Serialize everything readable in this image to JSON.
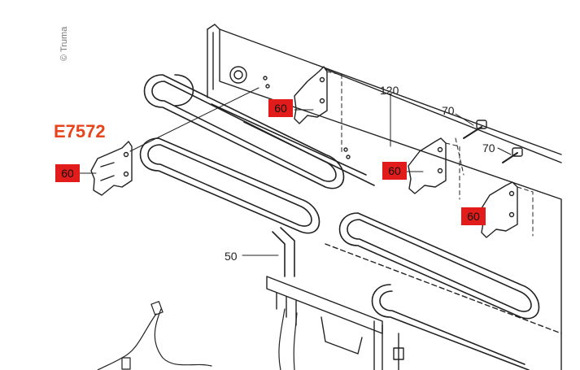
{
  "copyright": "© Truma",
  "part_code": "E7572",
  "colors": {
    "accent": "#e8441c",
    "badge_fill": "#e21b1b",
    "line": "#222222"
  },
  "callouts": {
    "bracket_label": "60",
    "heater_label": "50",
    "panel_label": "120",
    "screw_label": "70"
  }
}
